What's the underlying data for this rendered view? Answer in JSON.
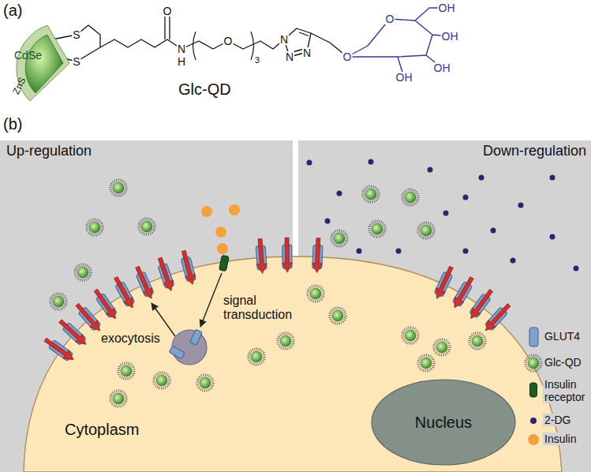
{
  "diagram": {
    "nodes": [
      {
        "text": [
          "CdSe",
          "ZnS"
        ]
      },
      {
        "text": [
          "Up-regulation"
        ]
      },
      {
        "text": [
          "Down-regulation"
        ]
      },
      {
        "text": [
          "Cytoplasm"
        ]
      },
      {
        "text": [
          "Nucleus"
        ],
        "in": 3
      }
    ],
    "labels": [
      "(a)",
      "S",
      "S",
      "O",
      "N",
      "H",
      "O",
      "3",
      "N",
      "N",
      "N",
      "O",
      "O",
      "OH",
      "OH",
      "OH",
      "OH",
      "Glc-QD",
      "(b)",
      "exocytosis",
      "signal transduction"
    ],
    "legend": [
      {
        "text": "GLUT4"
      },
      {
        "text": "Glc-QD"
      },
      {
        "text": "Insulin receptor"
      },
      {
        "text": "2-DG",
        "color": "#2b2470"
      },
      {
        "text": "Insulin",
        "color": "#f5a03c"
      }
    ]
  }
}
